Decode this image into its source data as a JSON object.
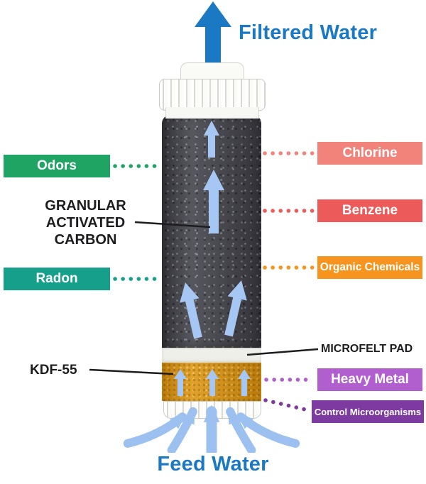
{
  "diagram": {
    "filtered_water": "Filtered Water",
    "feed_water": "Feed Water"
  },
  "labels": {
    "odors": "Odors",
    "granular_activated_carbon": "GRANULAR ACTIVATED CARBON",
    "radon": "Radon",
    "kdf55": "KDF-55",
    "chlorine": "Chlorine",
    "benzene": "Benzene",
    "organic_chemicals": "Organic Chemicals",
    "microfelt_pad": "MICROFELT PAD",
    "heavy_metal": "Heavy Metal",
    "control_microorganisms": "Control Microorganisms"
  },
  "colors": {
    "water_blue": "#1b78c3",
    "flow_light_blue": "#a6c6f3",
    "feed_light_blue": "#9cc0f0",
    "odors_green": "#1fa463",
    "radon_teal": "#16a08c",
    "chlorine_salmon": "#f1837b",
    "benzene_red": "#ed5a5a",
    "organic_orange": "#f7941e",
    "heavy_metal_purple": "#b15fce",
    "microorganisms_purple": "#7d3aa0",
    "line_black": "#1d1d1f",
    "carbon_gray": "#4a4a52",
    "kdf_gold": "#dd9713"
  }
}
